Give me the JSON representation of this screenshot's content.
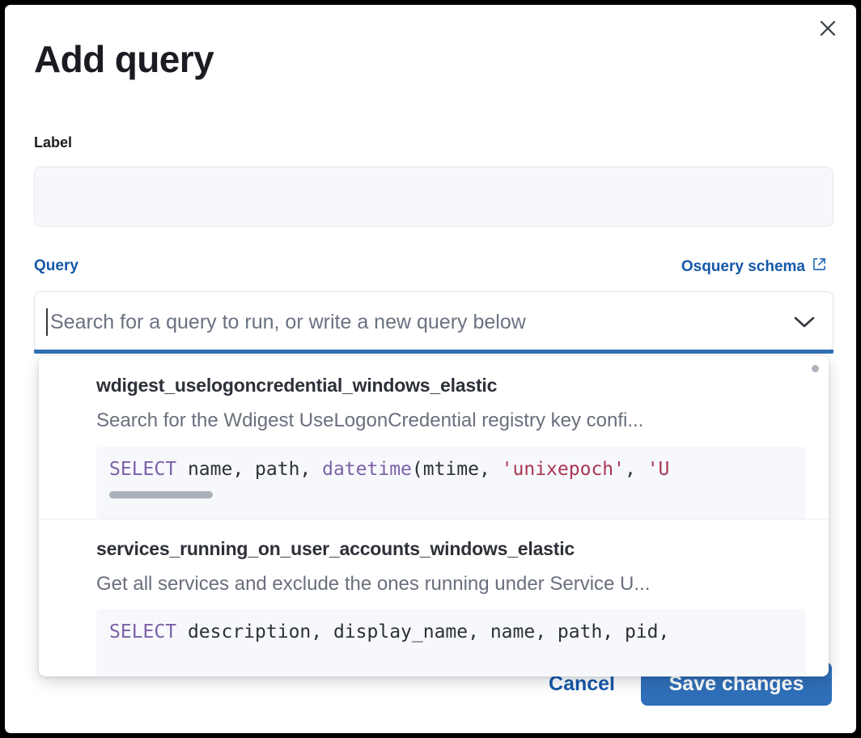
{
  "modal": {
    "title": "Add query",
    "close_icon": "close-icon"
  },
  "label_field": {
    "legend": "Label",
    "value": "",
    "placeholder": ""
  },
  "query_field": {
    "legend": "Query",
    "schema_link_text": "Osquery schema",
    "schema_link_icon": "external-link-icon",
    "combo_placeholder": "Search for a query to run, or write a new query below",
    "combo_value": "",
    "chevron_icon": "chevron-down-icon"
  },
  "dropdown": {
    "items": [
      {
        "title": "wdigest_uselogoncredential_windows_elastic",
        "description": "Search for the Wdigest UseLogonCredential registry key confi...",
        "code_tokens": [
          {
            "t": "SELECT",
            "c": "kw"
          },
          {
            "t": " name, path, ",
            "c": "id"
          },
          {
            "t": "datetime",
            "c": "kw"
          },
          {
            "t": "(mtime, ",
            "c": "id"
          },
          {
            "t": "'unixepoch'",
            "c": "str"
          },
          {
            "t": ", ",
            "c": "id"
          },
          {
            "t": "'U",
            "c": "str"
          }
        ],
        "has_scrollbar": true
      },
      {
        "title": "services_running_on_user_accounts_windows_elastic",
        "description": "Get all services and exclude the ones running under Service U...",
        "code_tokens": [
          {
            "t": "SELECT",
            "c": "kw"
          },
          {
            "t": " description, display_name, name, path, pid,",
            "c": "id"
          }
        ],
        "has_scrollbar": false
      }
    ]
  },
  "footer": {
    "cancel_label": "Cancel",
    "save_label": "Save changes"
  },
  "colors": {
    "accent_blue": "#2f6fb8",
    "link_blue": "#1558a8",
    "text_dark": "#1a1c21",
    "text_muted": "#696f7d",
    "code_bg": "#f7f8fc",
    "sql_keyword": "#7b61a8",
    "sql_string": "#a83753"
  }
}
